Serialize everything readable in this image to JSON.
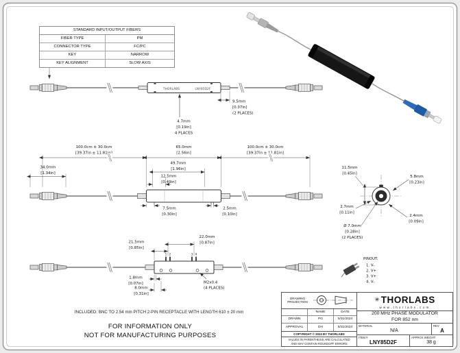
{
  "fiber_table": {
    "title": "STANDARD INPUT/OUTPUT FIBERS",
    "rows": [
      {
        "label": "FIBER TYPE",
        "value": "PM"
      },
      {
        "label": "CONNECTOR TYPE",
        "value": "FC/PC"
      },
      {
        "label": "KEY",
        "value": "NARROW"
      },
      {
        "label": "KEY ALIGNMENT",
        "value": "SLOW AXIS"
      }
    ]
  },
  "device": {
    "brand": "THORLABS",
    "model": "LNY85D2F"
  },
  "view_top": {
    "dim_boot": {
      "mm": "9.5mm",
      "inch": "[0.37in]",
      "note": "(2 PLACES)"
    },
    "dim_holes": {
      "mm": "4.7mm",
      "inch": "[0.19in]",
      "note": "4 PLACES"
    }
  },
  "view_front": {
    "dim_fiber_left": {
      "mm": "100.0cm ± 30.0cm",
      "inch": "[39.37in ± 11.81in]"
    },
    "dim_body": {
      "mm": "65.0mm",
      "inch": "[2.56in]"
    },
    "dim_fiber_right": {
      "mm": "100.0cm ± 30.0cm",
      "inch": "[39.37in ± 11.81in]"
    },
    "dim_49_7": {
      "mm": "49.7mm",
      "inch": "[1.96in]"
    },
    "dim_12_5": {
      "mm": "12.5mm",
      "inch": "[0.49in]"
    },
    "dim_34_0": {
      "mm": "34.0mm",
      "inch": "[1.34in]"
    },
    "dim_7_5": {
      "mm": "7.5mm",
      "inch": "[0.30in]"
    },
    "dim_2_5": {
      "mm": "2.5mm",
      "inch": "[0.10in]"
    }
  },
  "view_side": {
    "dim_11_5": {
      "mm": "11.5mm",
      "inch": "[0.45in]"
    },
    "dim_5_8": {
      "mm": "5.8mm",
      "inch": "[0.23in]"
    },
    "dim_2_7": {
      "mm": "2.7mm",
      "inch": "[0.11in]"
    },
    "dim_2_4": {
      "mm": "2.4mm",
      "inch": "[0.09in]"
    },
    "dim_dia": {
      "mm": "Ø 7.0mm",
      "inch": "[0.28in]",
      "note": "(2 PLACES)"
    }
  },
  "view_bottom": {
    "dim_21_5": {
      "mm": "21.5mm",
      "inch": "[0.85in]"
    },
    "dim_22_0": {
      "mm": "22.0mm",
      "inch": "[0.87in]"
    },
    "dim_1_8": {
      "mm": "1.8mm",
      "inch": "[0.07in]"
    },
    "dim_8_0": {
      "mm": "8.0mm",
      "inch": "[0.31in]"
    },
    "thread": {
      "line1": "M2x0.4",
      "line2": "(4 PLACES)"
    },
    "pin_numbers": [
      "1",
      "2",
      "3",
      "4"
    ]
  },
  "pinout": {
    "title": "PINOUT:",
    "items": [
      "1. V-",
      "2. V+",
      "3. V+",
      "4. V-"
    ]
  },
  "note": "INCLUDED: BNC TO 2.54 mm PITCH 2-PIN RECEPTACLE WITH LENGTH 610 ± 20 mm",
  "disclaimer": {
    "line1": "FOR INFORMATION ONLY",
    "line2": "NOT FOR MANUFACTURING PURPOSES"
  },
  "title_block": {
    "projection_label": "DRAWING PROJECTION",
    "name_header": "NAME",
    "date_header": "DATE",
    "drawn_label": "DRAWN",
    "drawn_name": "PG",
    "drawn_date": "5/31/2024",
    "approval_label": "APPROVAL",
    "approval_name": "DH",
    "approval_date": "5/31/2024",
    "copyright": "COPYRIGHT © 2024 BY THORLABS",
    "values_note": "VALUES IN PARENTHESIS ARE CALCULATED AND MAY CONTAIN ROUNDOFF ERRORS",
    "logo_mark": "✳",
    "logo": "THORLABS",
    "website": "www.thorlabs.com",
    "drawing_title_line1": "200 MHz PHASE MODULATOR",
    "drawing_title_line2": "FOR 852 nm",
    "material_label": "MATERIAL",
    "material": "N/A",
    "rev_label": "REV",
    "rev": "A",
    "item_label": "ITEM #",
    "item": "LNY85D2F",
    "weight_label": "APPROX WEIGHT",
    "weight": "38 g"
  }
}
